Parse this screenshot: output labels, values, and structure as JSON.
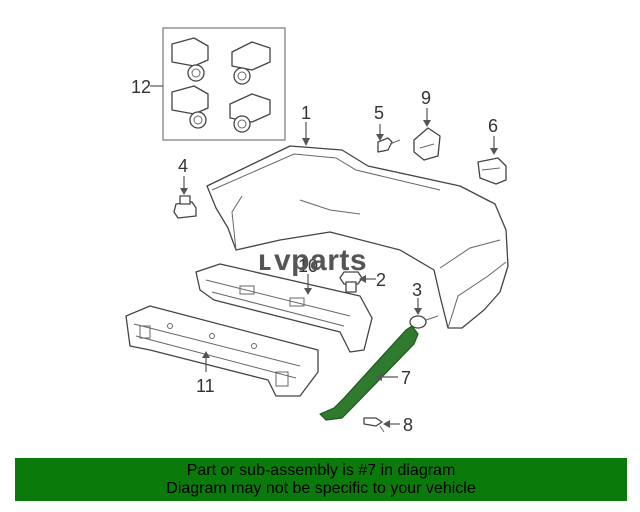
{
  "colors": {
    "banner_bg": "#0a7a0a",
    "highlight_part": "#2f7a2f",
    "line": "#444444"
  },
  "watermark": {
    "brand_mark": "ʟ",
    "brand": "vparts"
  },
  "callouts": [
    "1",
    "2",
    "3",
    "4",
    "5",
    "6",
    "7",
    "8",
    "9",
    "10",
    "11",
    "12"
  ],
  "highlighted_callout": "7",
  "banner": {
    "line1": "Part or sub-assembly is #7 in diagram",
    "line2": "Diagram may not be specific to your vehicle"
  }
}
